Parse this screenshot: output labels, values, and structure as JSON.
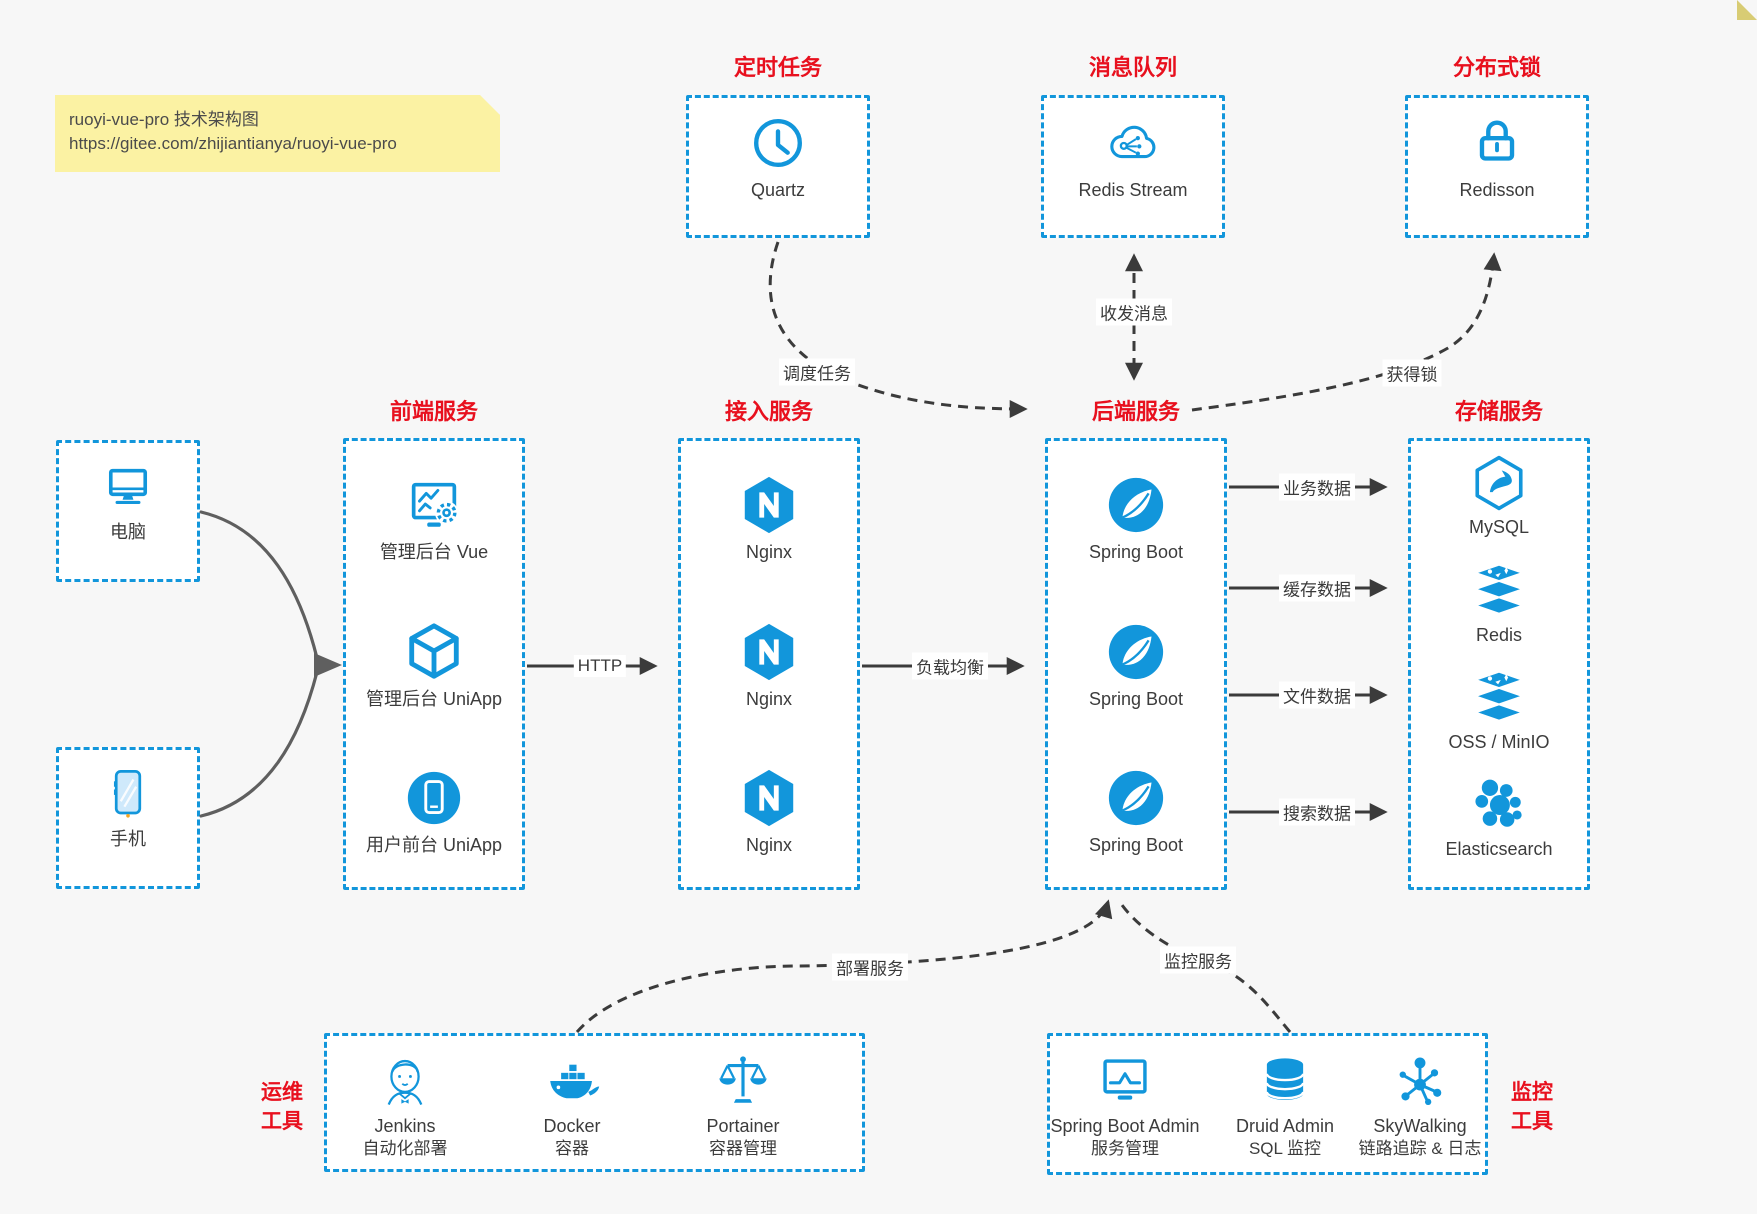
{
  "note": {
    "title": "ruoyi-vue-pro 技术架构图",
    "url": "https://gitee.com/zhijiantianya/ruoyi-vue-pro"
  },
  "colors": {
    "accent_blue": "#1296db",
    "title_red": "#e8101e",
    "arrow_dark": "#3b3b3b",
    "arrow_gray": "#5f5f5f",
    "note_yellow": "#fbf2a3",
    "background": "#f7f7f7"
  },
  "top_groups": [
    {
      "title": "定时任务",
      "item": {
        "label": "Quartz",
        "icon": "clock-icon"
      }
    },
    {
      "title": "消息队列",
      "item": {
        "label": "Redis Stream",
        "icon": "cloud-network-icon"
      }
    },
    {
      "title": "分布式锁",
      "item": {
        "label": "Redisson",
        "icon": "lock-icon"
      }
    }
  ],
  "clients": [
    {
      "label": "电脑",
      "icon": "desktop-icon"
    },
    {
      "label": "手机",
      "icon": "mobile-icon"
    }
  ],
  "columns": [
    {
      "title": "前端服务",
      "items": [
        {
          "label": "管理后台 Vue",
          "icon": "admin-vue-icon"
        },
        {
          "label": "管理后台 UniApp",
          "icon": "uniapp-cube-icon"
        },
        {
          "label": "用户前台 UniApp",
          "icon": "user-app-icon"
        }
      ]
    },
    {
      "title": "接入服务",
      "items": [
        {
          "label": "Nginx",
          "icon": "nginx-icon"
        },
        {
          "label": "Nginx",
          "icon": "nginx-icon"
        },
        {
          "label": "Nginx",
          "icon": "nginx-icon"
        }
      ]
    },
    {
      "title": "后端服务",
      "items": [
        {
          "label": "Spring Boot",
          "icon": "spring-leaf-icon"
        },
        {
          "label": "Spring Boot",
          "icon": "spring-leaf-icon"
        },
        {
          "label": "Spring Boot",
          "icon": "spring-leaf-icon"
        }
      ]
    },
    {
      "title": "存储服务",
      "items": [
        {
          "label": "MySQL",
          "icon": "mysql-dolphin-icon"
        },
        {
          "label": "Redis",
          "icon": "redis-stack-icon"
        },
        {
          "label": "OSS / MinIO",
          "icon": "redis-stack-icon"
        },
        {
          "label": "Elasticsearch",
          "icon": "elasticsearch-icon"
        }
      ]
    }
  ],
  "edge_labels": {
    "http": "HTTP",
    "load_balance": "负载均衡",
    "schedule": "调度任务",
    "send_receive": "收发消息",
    "acquire_lock": "获得锁",
    "business": "业务数据",
    "cache": "缓存数据",
    "file": "文件数据",
    "search": "搜索数据",
    "deploy": "部署服务",
    "monitor": "监控服务"
  },
  "bottom_groups": [
    {
      "side_label_line1": "运维",
      "side_label_line2": "工具",
      "items": [
        {
          "label": "Jenkins",
          "sublabel": "自动化部署",
          "icon": "jenkins-icon"
        },
        {
          "label": "Docker",
          "sublabel": "容器",
          "icon": "docker-icon"
        },
        {
          "label": "Portainer",
          "sublabel": "容器管理",
          "icon": "portainer-icon"
        }
      ]
    },
    {
      "side_label_line1": "监控",
      "side_label_line2": "工具",
      "items": [
        {
          "label": "Spring Boot Admin",
          "sublabel": "服务管理",
          "icon": "admin-monitor-icon"
        },
        {
          "label": "Druid Admin",
          "sublabel": "SQL 监控",
          "icon": "database-icon"
        },
        {
          "label": "SkyWalking",
          "sublabel": "链路追踪 & 日志",
          "icon": "skywalking-icon"
        }
      ]
    }
  ]
}
